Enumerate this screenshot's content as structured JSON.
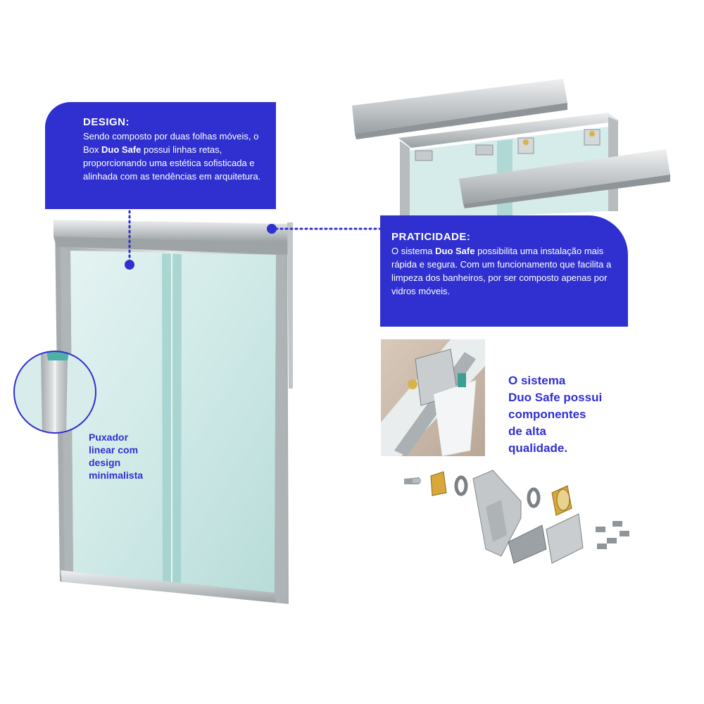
{
  "design": {
    "title": "DESIGN:",
    "body_pre": "Sendo composto por duas folhas móveis, o Box ",
    "body_brand": "Duo Safe",
    "body_post": " possui linhas retas, proporcionando uma estética sofisticada e alinhada com as tendências em arquitetura."
  },
  "praticidade": {
    "title": "PRATICIDADE:",
    "body_pre": "O sistema ",
    "body_brand": "Duo Safe",
    "body_post": " possibilita uma instalação mais rápida e segura. Com um funcionamento que facilita a limpeza dos banheiros, por ser composto apenas por vidros móveis."
  },
  "puxador": {
    "line1": "Puxador",
    "line2": "linear com",
    "line3": "design",
    "line4": "minimalista"
  },
  "sistema": {
    "line1": "O sistema",
    "line2": "Duo Safe possui",
    "line3": "componentes",
    "line4": "de alta",
    "line5": "qualidade."
  },
  "colors": {
    "accent": "#3030d0",
    "glass": "#cde9e7",
    "aluminium": "#c8ccce"
  }
}
